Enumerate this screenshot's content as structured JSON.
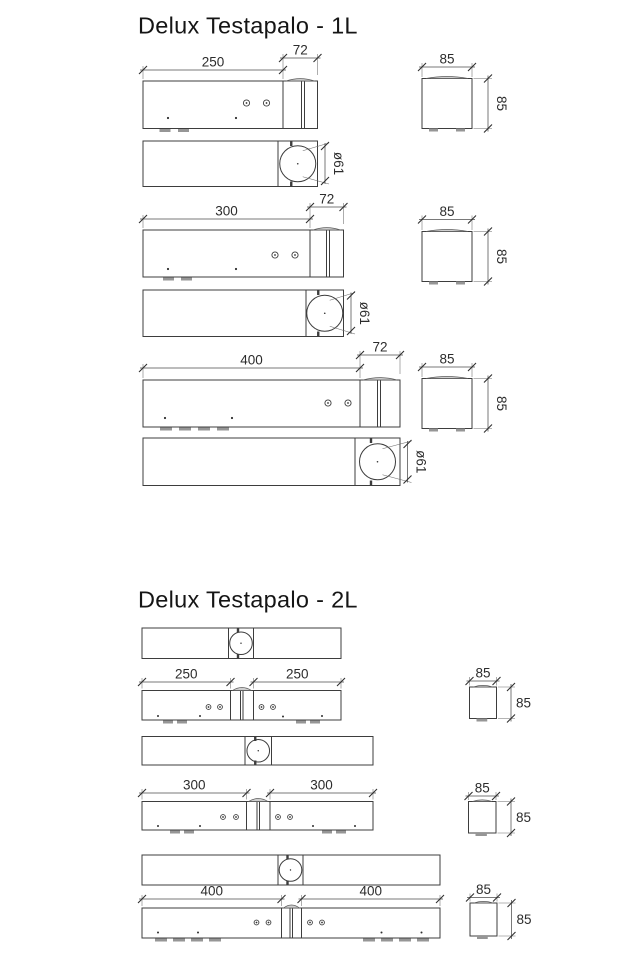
{
  "document": {
    "background": "#ffffff",
    "line_color": "#3d3d3d",
    "text_color": "#2c2c2c"
  },
  "sections": {
    "s1": {
      "title": "Delux Testapalo - 1L",
      "rows": [
        {
          "length": "250",
          "bracket_width": "72",
          "diameter": "ø61",
          "end_width": "85",
          "end_height": "85"
        },
        {
          "length": "300",
          "bracket_width": "72",
          "diameter": "ø61",
          "end_width": "85",
          "end_height": "85"
        },
        {
          "length": "400",
          "bracket_width": "72",
          "diameter": "ø61",
          "end_width": "85",
          "end_height": "85"
        }
      ]
    },
    "s2": {
      "title": "Delux Testapalo - 2L",
      "rows": [
        {
          "left_length": "250",
          "right_length": "250",
          "end_width": "85",
          "end_height": "85"
        },
        {
          "left_length": "300",
          "right_length": "300",
          "end_width": "85",
          "end_height": "85"
        },
        {
          "left_length": "400",
          "right_length": "400",
          "end_width": "85",
          "end_height": "85"
        }
      ]
    }
  }
}
